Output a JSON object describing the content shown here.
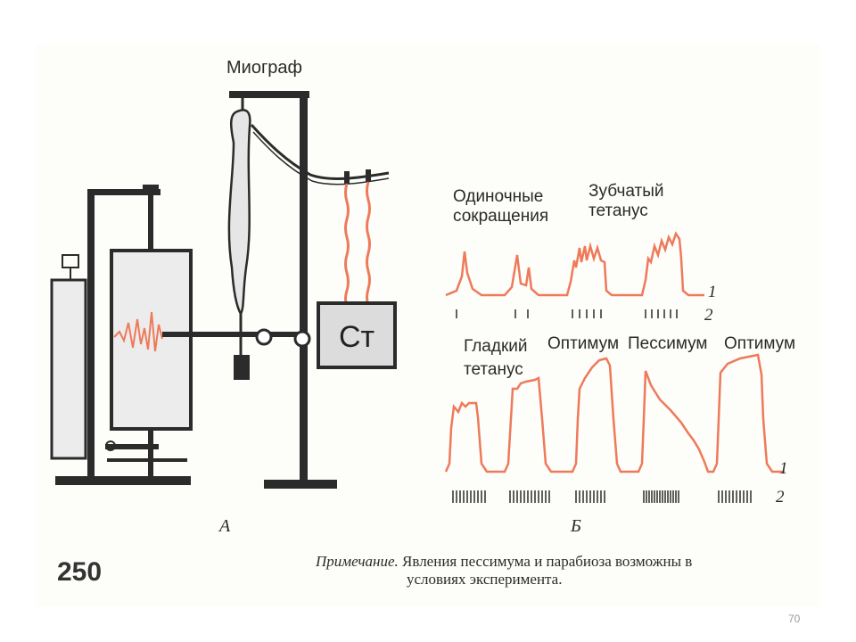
{
  "apparatus": {
    "title": "Миограф",
    "stimulator_label": "Ст",
    "panel_letter": "А"
  },
  "recordings": {
    "panel_letter": "Б",
    "labels": {
      "single": "Одиночные\nсокращения",
      "serrated": "Зубчатый\nтетанус",
      "smooth": "Гладкий\nтетанус",
      "optimum_1": "Оптимум",
      "pessimum": "Пессимум",
      "optimum_2": "Оптимум"
    },
    "line_numbers": {
      "curve": "1",
      "marks": "2"
    }
  },
  "note": {
    "label": "Примечание.",
    "text_line1": "Явления пессимума и парабиоза возможны в",
    "text_line2": "условиях эксперимента."
  },
  "page_number": "250",
  "slide_number": "70",
  "colors": {
    "trace": "#ee7a5a",
    "ink": "#2b2b2b",
    "box_fill": "#ececec",
    "stimulator_fill": "#dcdcdc"
  }
}
